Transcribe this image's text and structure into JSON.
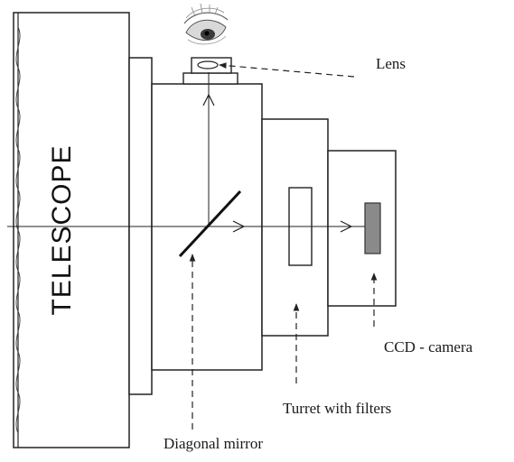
{
  "diagram": {
    "telescope_label": "TELESCOPE",
    "labels": {
      "lens": "Lens",
      "ccd_camera": "CCD - camera",
      "turret": "Turret with filters",
      "diagonal_mirror": "Diagonal mirror"
    }
  }
}
